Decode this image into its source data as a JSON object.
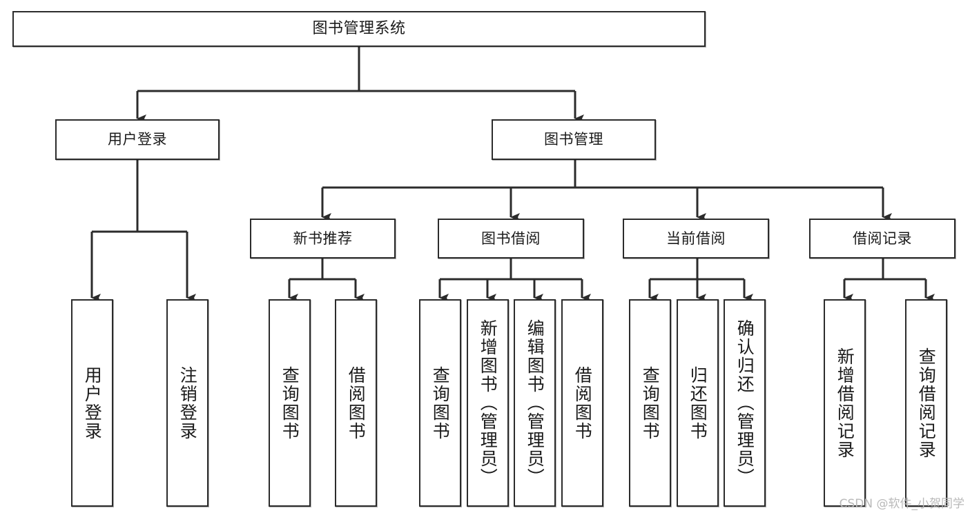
{
  "diagram": {
    "title": "图书管理系统",
    "watermark": "CSDN @软件_小贺同学",
    "line_color": "#2b2b2b",
    "box_fill": "#ffffff",
    "background": "#ffffff",
    "root": {
      "label": "图书管理系统"
    },
    "level1": [
      {
        "label": "用户登录"
      },
      {
        "label": "图书管理"
      }
    ],
    "level2": [
      {
        "label": "新书推荐"
      },
      {
        "label": "图书借阅"
      },
      {
        "label": "当前借阅"
      },
      {
        "label": "借阅记录"
      }
    ],
    "leaves": [
      {
        "label": "用户登录",
        "parent": "用户登录"
      },
      {
        "label": "注销登录",
        "parent": "用户登录"
      },
      {
        "label": "查询图书",
        "parent": "新书推荐"
      },
      {
        "label": "借阅图书",
        "parent": "新书推荐"
      },
      {
        "label": "查询图书",
        "parent": "图书借阅"
      },
      {
        "label": "新增图书（管理员）",
        "parent": "图书借阅"
      },
      {
        "label": "编辑图书（管理员）",
        "parent": "图书借阅"
      },
      {
        "label": "借阅图书",
        "parent": "图书借阅"
      },
      {
        "label": "查询图书",
        "parent": "当前借阅"
      },
      {
        "label": "归还图书",
        "parent": "当前借阅"
      },
      {
        "label": "确认归还（管理员）",
        "parent": "当前借阅"
      },
      {
        "label": "新增借阅记录",
        "parent": "借阅记录"
      },
      {
        "label": "查询借阅记录",
        "parent": "借阅记录"
      }
    ]
  }
}
